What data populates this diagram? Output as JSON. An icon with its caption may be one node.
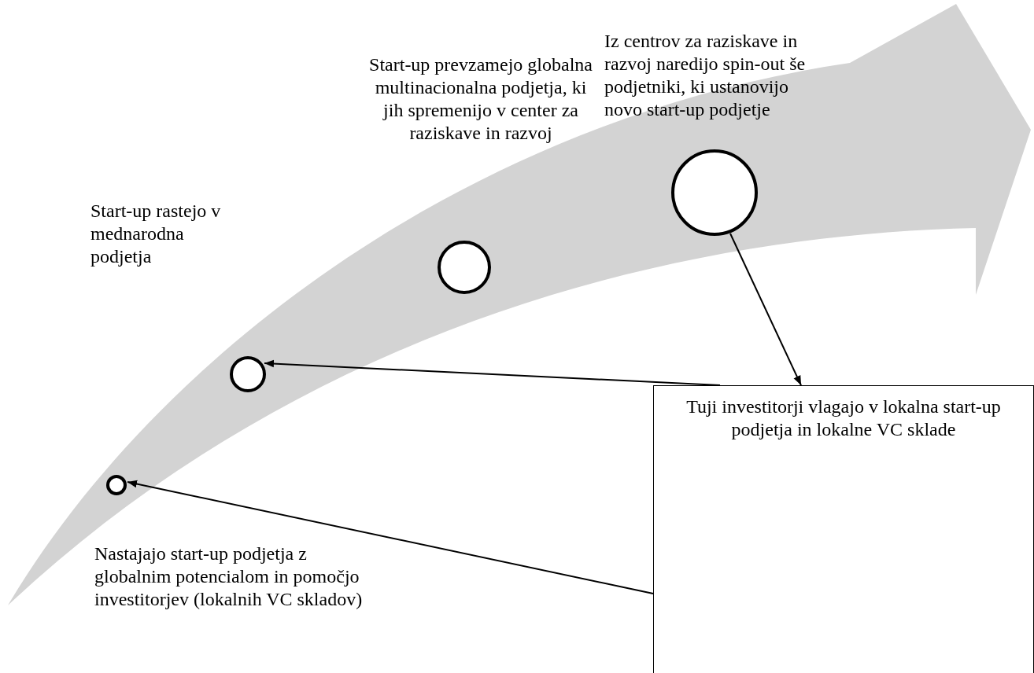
{
  "diagram": {
    "nodes": [
      {
        "text": [],
        "shape": "circle",
        "beside": [
          "Nastajajo start-up podjetja z globalnim potencialom in pomočjo investitorjev (lokalnih VC skladov)"
        ]
      },
      {
        "text": [],
        "shape": "circle"
      },
      {
        "text": [],
        "shape": "circle"
      },
      {
        "text": [],
        "shape": "circle",
        "beside": [
          "Iz centrov za raziskave in razvoj naredijo spin-out še podjetniki, ki ustanovijo novo start-up podjetje"
        ]
      },
      {
        "text": [
          "Tuji investitorji vlagajo v lokalna start-up podjetja in lokalne VC sklade"
        ]
      }
    ],
    "edges": [
      {
        "from": 4,
        "to": 0,
        "arrow": "to"
      },
      {
        "from": 4,
        "to": 1,
        "arrow": "to"
      },
      {
        "from": 3,
        "to": 4,
        "arrow": "to"
      }
    ],
    "labels": [
      "Start-up prevzamejo globalna multinacionalna podjetja, ki jih spremenijo v center za raziskave in razvoj",
      "Start-up rastejo v mednarodna podjetja"
    ]
  }
}
